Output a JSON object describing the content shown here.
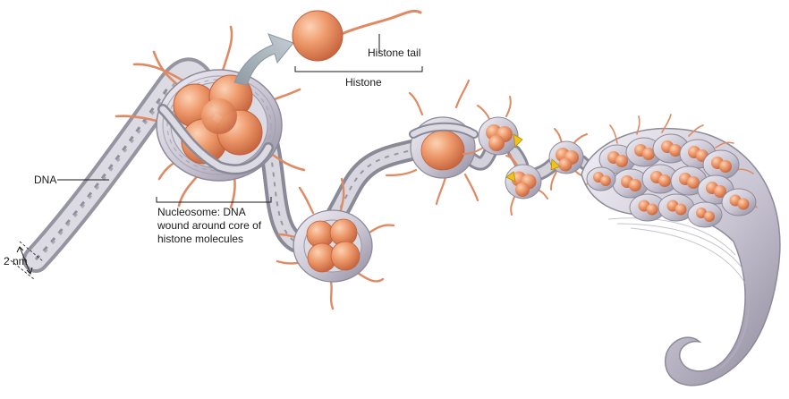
{
  "labels": {
    "histone_tail": "Histone tail",
    "histone": "Histone",
    "dna": "DNA",
    "nucleosome_line1": "Nucleosome: DNA",
    "nucleosome_line2": "wound around core of",
    "nucleosome_line3": "histone molecules",
    "scale": "2 nm"
  },
  "colors": {
    "histone_orange": "#e8875c",
    "histone_light": "#f6b994",
    "histone_dark": "#c9653c",
    "dna_gray": "#9a99a6",
    "dna_light": "#d9d8e0",
    "clamp_yellow": "#f2c21a",
    "arrow_gray": "#a9b4bc"
  }
}
